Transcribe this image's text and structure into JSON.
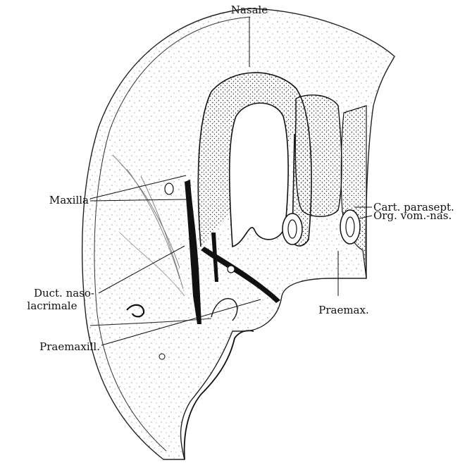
{
  "figure": {
    "labels": {
      "nasale": "Nasale",
      "maxilla": "Maxilla",
      "duct_line1": "Duct. naso-",
      "duct_line2": "lacrimale",
      "praemaxill": "Praemaxill.",
      "cart_parasept": "Cart. parasept.",
      "org_vom_nas": "Org. vom.-nas.",
      "praemax": "Praemax."
    }
  }
}
